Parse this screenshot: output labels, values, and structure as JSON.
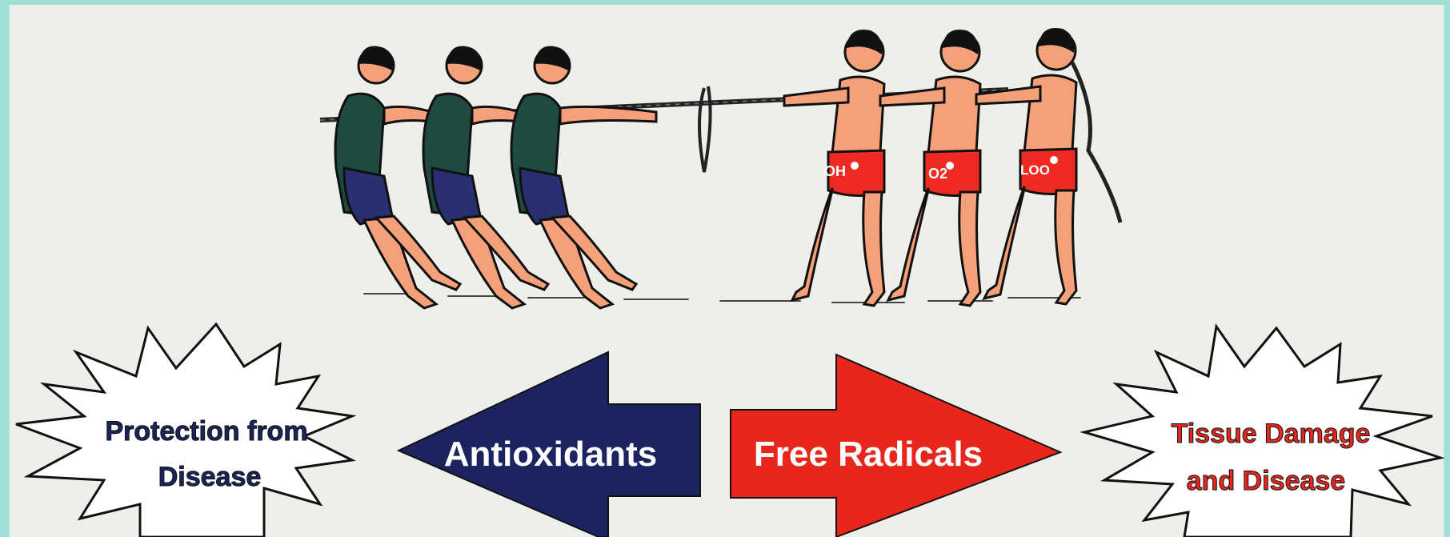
{
  "team_left": {
    "name": "",
    "badges": [
      "",
      "",
      ""
    ]
  },
  "team_right": {
    "badges": [
      "OH",
      "O2",
      "LOO"
    ]
  },
  "arrows": {
    "left_label": "Antioxidants",
    "right_label": "Free Radicals"
  },
  "outcomes": {
    "left_line1": "Protection from",
    "left_line2": "Disease",
    "right_line1": "Tissue Damage",
    "right_line2": "and Disease"
  },
  "colors": {
    "navy": "#1c2460",
    "red": "#e8261c",
    "skin": "#f4a07a",
    "jersey": "#1f4a3f",
    "shorts_red": "#ee2a22"
  }
}
